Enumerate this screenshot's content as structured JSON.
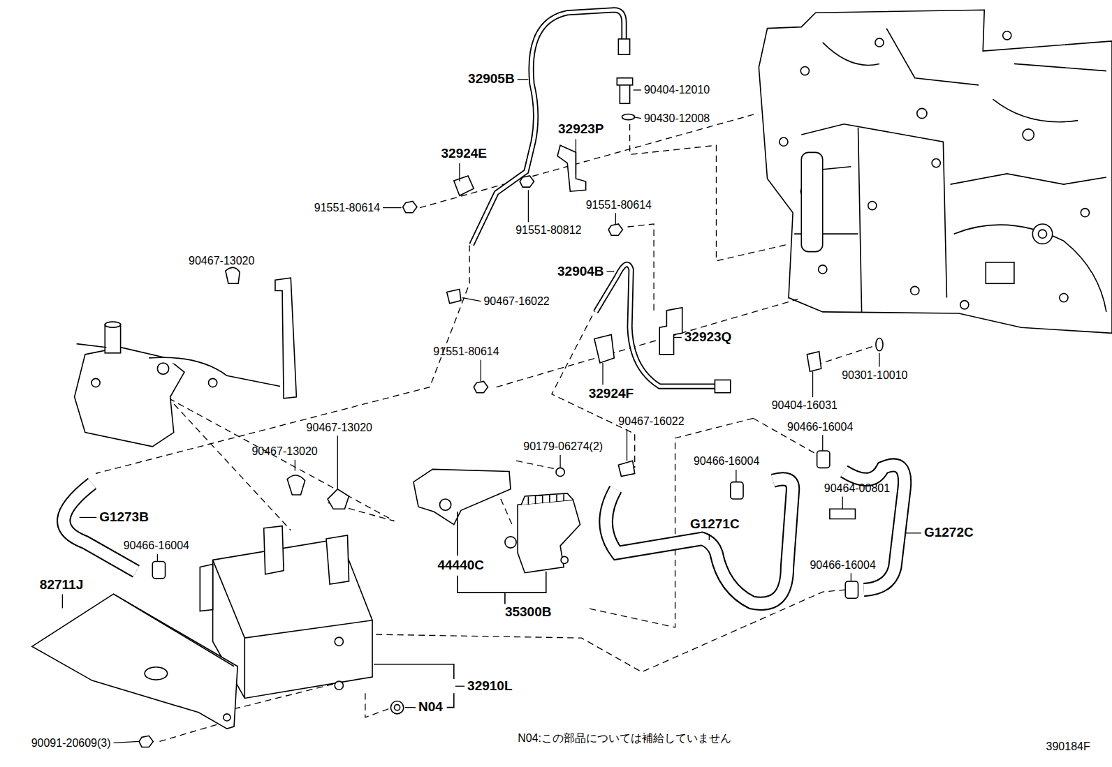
{
  "diagram": {
    "labels": [
      "32905B",
      "90404-12010",
      "90430-12008",
      "32923P",
      "32924E",
      "91551-80614",
      "91551-80812",
      "91551-80614",
      "90467-13020",
      "32904B",
      "90467-16022",
      "32923Q",
      "91551-80614",
      "90301-10010",
      "32924F",
      "90404-16031",
      "90467-16022",
      "90466-16004",
      "90467-13020",
      "90179-06274(2)",
      "90467-13020",
      "90466-16004",
      "90464-00801",
      "G1273B",
      "G1271C",
      "G1272C",
      "44440C",
      "90466-16004",
      "90466-16004",
      "82711J",
      "35300B",
      "32910L",
      "N04",
      "N04:この部品については補給していません",
      "90091-20609(3)",
      "390184F"
    ]
  }
}
